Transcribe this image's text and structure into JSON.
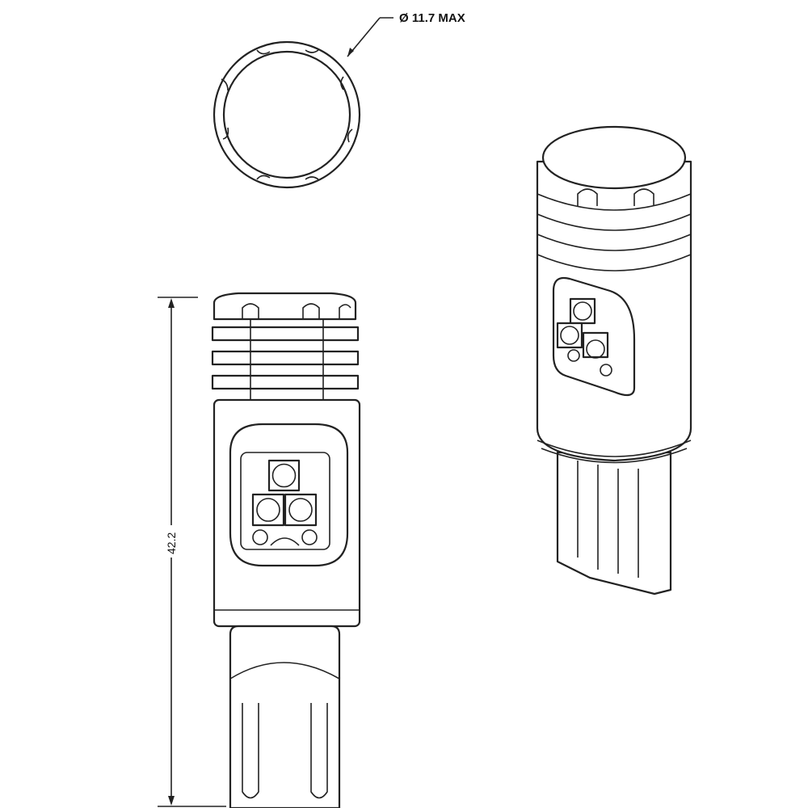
{
  "dimensions": {
    "diameter_label": "Ø 11.7 MAX",
    "length_label": "42.2"
  },
  "views": [
    "top-view",
    "front-view",
    "perspective-view"
  ]
}
